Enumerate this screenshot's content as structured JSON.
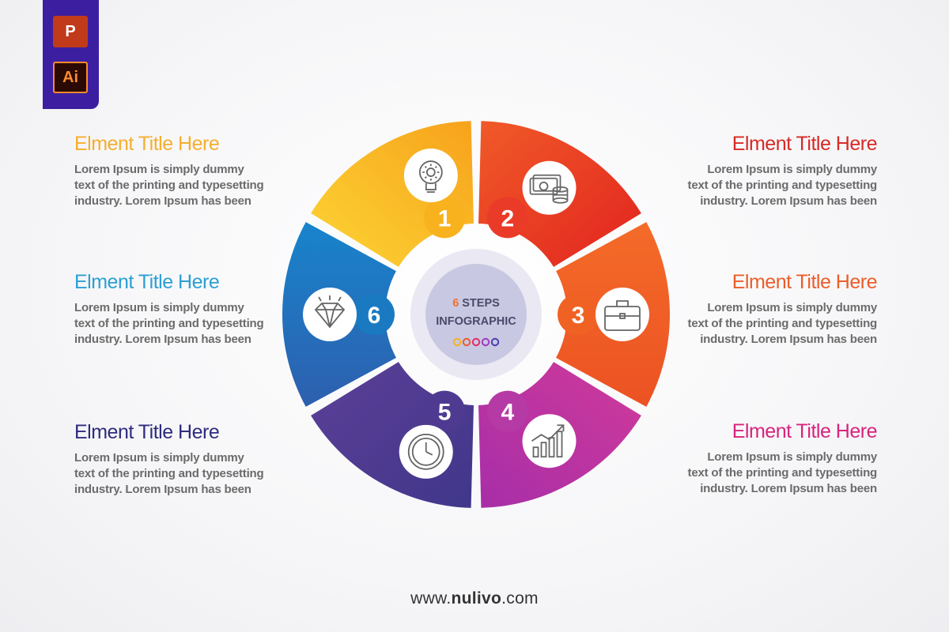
{
  "badge": {
    "ppt_label": "P",
    "ai_label": "Ai"
  },
  "center": {
    "number": "6",
    "line1": "STEPS",
    "line2": "INFOGRAPHIC",
    "dot_colors": [
      "#f5b31f",
      "#ee5a2f",
      "#e52b6a",
      "#9b3bc4",
      "#4a3eb0"
    ]
  },
  "steps": [
    {
      "number": "1",
      "icon": "lightbulb-gear-icon",
      "color": "#f8b21d",
      "title": "Elment Title Here",
      "title_color": "#f6ae2d",
      "text": [
        "Lorem Ipsum is simply dummy",
        "text of the printing and typesetting",
        "industry. Lorem Ipsum has been"
      ]
    },
    {
      "number": "2",
      "icon": "money-coins-icon",
      "color": "#ea3a28",
      "title": "Elment Title Here",
      "title_color": "#d82a26",
      "text": [
        "Lorem Ipsum is simply dummy",
        "text of the printing and typesetting",
        "industry. Lorem Ipsum has been"
      ]
    },
    {
      "number": "3",
      "icon": "briefcase-icon",
      "color": "#f06224",
      "title": "Elment Title Here",
      "title_color": "#ec5d2a",
      "text": [
        "Lorem Ipsum is simply dummy",
        "text of the printing and typesetting",
        "industry. Lorem Ipsum has been"
      ]
    },
    {
      "number": "4",
      "icon": "growth-chart-icon",
      "color": "#b53aa5",
      "title": "Elment Title Here",
      "title_color": "#d9237d",
      "text": [
        "Lorem Ipsum is simply dummy",
        "text of the printing and typesetting",
        "industry. Lorem Ipsum has been"
      ]
    },
    {
      "number": "5",
      "icon": "clock-icon",
      "color": "#4e3b91",
      "title": "Elment Title Here",
      "title_color": "#2f2c7e",
      "text": [
        "Lorem Ipsum is simply dummy",
        "text of the printing and typesetting",
        "industry. Lorem Ipsum has been"
      ]
    },
    {
      "number": "6",
      "icon": "diamond-icon",
      "color": "#1a7ac1",
      "title": "Elment Title Here",
      "title_color": "#2c9fd3",
      "text": [
        "Lorem Ipsum is simply dummy",
        "text of the printing and typesetting",
        "industry. Lorem Ipsum has been"
      ]
    }
  ],
  "footer": {
    "prefix": "www.",
    "brand": "nulivo",
    "suffix": ".com"
  }
}
